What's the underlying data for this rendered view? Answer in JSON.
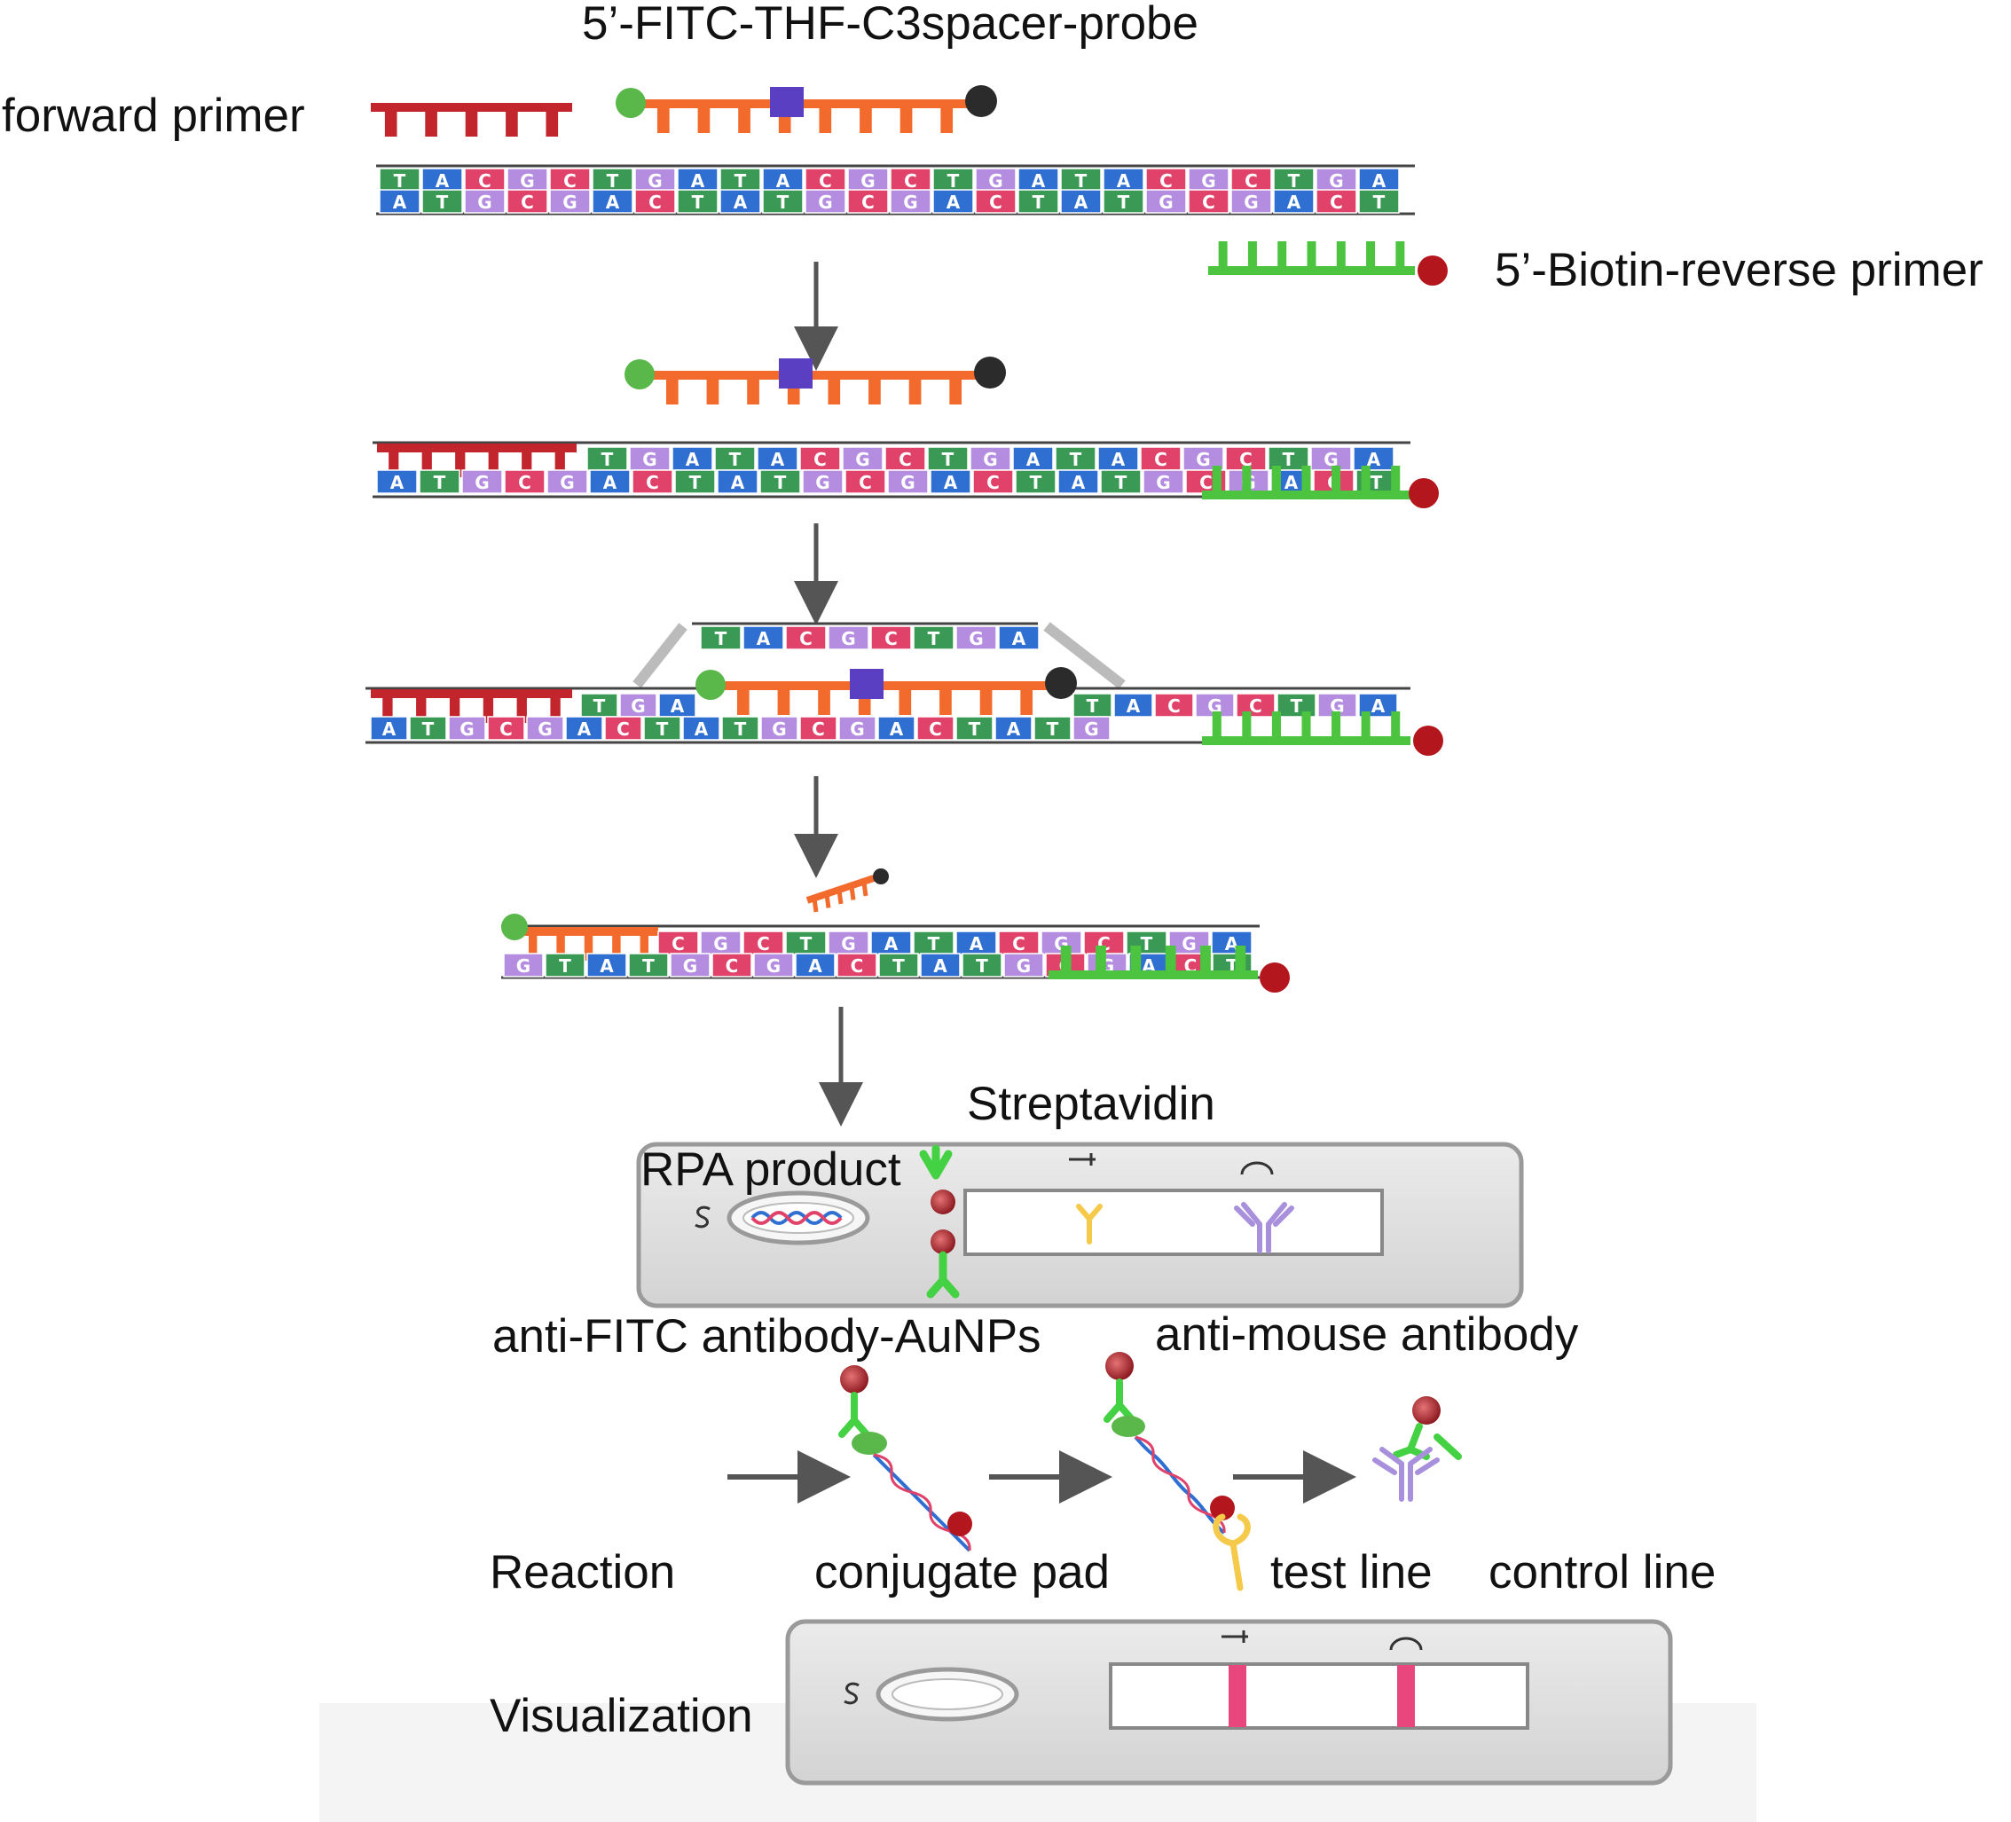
{
  "labels": {
    "probe": "5’-FITC-THF-C3spacer-probe",
    "forward_primer": "forward primer",
    "reverse_primer": "5’-Biotin-reverse primer",
    "streptavidin": "Streptavidin",
    "rpa_product": "RPA product",
    "anti_fitc": "anti-FITC antibody-AuNPs",
    "anti_mouse": "anti-mouse antibody",
    "reaction": "Reaction",
    "conjugate_pad": "conjugate pad",
    "test_line": "test line",
    "control_line": "control line",
    "visualization": "Visualization"
  },
  "strip_marks": {
    "test": "T",
    "control": "C",
    "sample": "S"
  },
  "sequences": {
    "row1_top": [
      "T",
      "A",
      "C",
      "G",
      "C",
      "T",
      "G",
      "A",
      "T",
      "A",
      "C",
      "G",
      "C",
      "T",
      "G",
      "A",
      "T",
      "A",
      "C",
      "G",
      "C",
      "T",
      "G",
      "A"
    ],
    "row1_bottom": [
      "A",
      "T",
      "G",
      "C",
      "G",
      "A",
      "C",
      "T",
      "A",
      "T",
      "G",
      "C",
      "G",
      "A",
      "C",
      "T",
      "A",
      "T",
      "G",
      "C",
      "G",
      "A",
      "C",
      "T"
    ],
    "row2_top": [
      "T",
      "G",
      "A",
      "T",
      "A",
      "C",
      "G",
      "C",
      "T",
      "G",
      "A",
      "T",
      "A",
      "C",
      "G",
      "C",
      "T",
      "G",
      "A"
    ],
    "row2_bottom": [
      "A",
      "T",
      "G",
      "C",
      "G",
      "A",
      "C",
      "T",
      "A",
      "T",
      "G",
      "C",
      "G",
      "A",
      "C",
      "T",
      "A",
      "T",
      "G",
      "C",
      "G",
      "A",
      "C",
      "T"
    ],
    "row3_top_left": [
      "T",
      "G",
      "A"
    ],
    "row3_top_right": [
      "T",
      "A",
      "C",
      "G",
      "C",
      "T",
      "G",
      "A"
    ],
    "row3_bottom": [
      "A",
      "T",
      "G",
      "C",
      "G",
      "A",
      "C",
      "T",
      "A",
      "T",
      "G",
      "C",
      "G",
      "A",
      "C",
      "T",
      "A",
      "T",
      "G"
    ],
    "row3_lifted": [
      "T",
      "A",
      "C",
      "G",
      "C",
      "T",
      "G",
      "A"
    ],
    "row4_top": [
      "C",
      "G",
      "C",
      "T",
      "G",
      "A",
      "T",
      "A",
      "C",
      "G",
      "C",
      "T",
      "G",
      "A"
    ],
    "row4_bottom": [
      "G",
      "T",
      "A",
      "T",
      "G",
      "C",
      "G",
      "A",
      "C",
      "T",
      "A",
      "T",
      "G",
      "C",
      "G",
      "A",
      "C",
      "T"
    ]
  },
  "colors": {
    "A": "#2e6fd1",
    "T": "#3a9a55",
    "G": "#b48de0",
    "C": "#e0426a",
    "forward_primer": "#c2262c",
    "probe": "#f26b2d",
    "reverse_primer": "#4cc43f",
    "fitc": "#5ab84a",
    "thf": "#5a3fc2",
    "c3_spacer": "#2b2b2b",
    "biotin": "#b3161d",
    "positive_line": "#e8467c",
    "antibody_test": "#f5c94a",
    "antibody_control": "#a890dd",
    "antibody_fitc": "#44d244"
  }
}
